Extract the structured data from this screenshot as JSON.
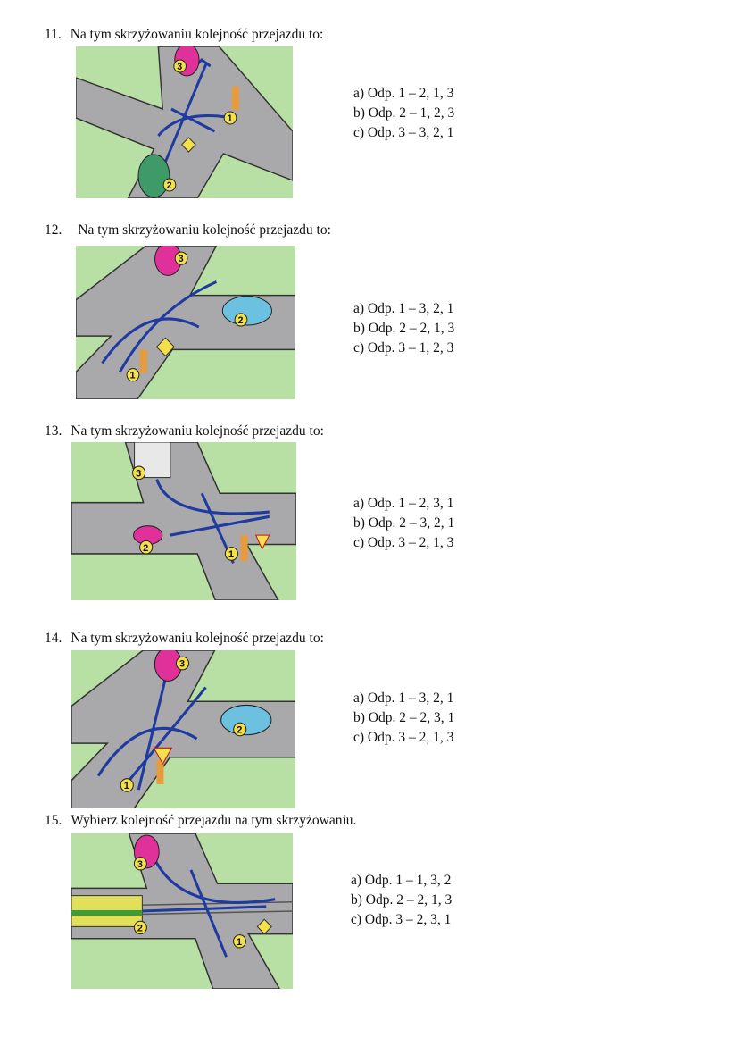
{
  "questions": [
    {
      "number": "11.",
      "text": "Na tym skrzyżowaniu kolejność przejazdu to:",
      "answers": [
        "a) Odp. 1 – 2, 1, 3",
        "b) Odp. 2 – 1, 2, 3",
        "c) Odp. 3 – 3, 2, 1"
      ],
      "badges": [
        "1",
        "2",
        "3"
      ]
    },
    {
      "number": "12.",
      "text": "Na tym skrzyżowaniu kolejność przejazdu to:",
      "answers": [
        "a) Odp. 1 – 3, 2, 1",
        "b) Odp. 2 – 2, 1, 3",
        "c) Odp. 3 – 1, 2, 3"
      ],
      "badges": [
        "1",
        "2",
        "3"
      ]
    },
    {
      "number": "13.",
      "text": "Na tym skrzyżowaniu kolejność przejazdu to:",
      "answers": [
        "a) Odp. 1 – 2, 3, 1",
        "b) Odp. 2 – 3, 2, 1",
        "c) Odp. 3 – 2, 1, 3"
      ],
      "badges": [
        "1",
        "2",
        "3"
      ]
    },
    {
      "number": "14.",
      "text": "Na tym skrzyżowaniu kolejność przejazdu to:",
      "answers": [
        "a) Odp. 1 – 3, 2, 1",
        "b) Odp. 2 – 2, 3, 1",
        "c) Odp. 3 – 2, 1, 3"
      ],
      "badges": [
        "1",
        "2",
        "3"
      ]
    },
    {
      "number": "15.",
      "text": "Wybierz kolejność przejazdu na tym skrzyżowaniu.",
      "answers": [
        "a) Odp. 1 – 1, 3, 2",
        "b) Odp. 2 – 2, 1, 3",
        "c) Odp. 3 – 2, 3, 1"
      ],
      "badges": [
        "1",
        "2",
        "3"
      ]
    }
  ],
  "colors": {
    "grass": "#b9e0a4",
    "road": "#a9a9ab",
    "arrow": "#1f3aa0",
    "badge": "#f4e04a"
  }
}
